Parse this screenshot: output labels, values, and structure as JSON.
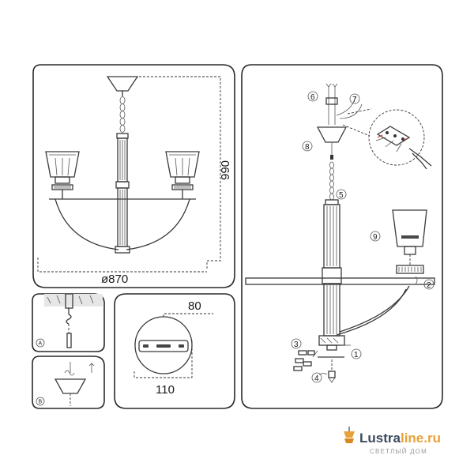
{
  "dimensions": {
    "height_label": "990",
    "diameter_label": "ø870",
    "plate_width_label": "80",
    "plate_height_label": "110"
  },
  "inset_labels": {
    "a": "A",
    "b": "B"
  },
  "callouts": {
    "c1": "1",
    "c2": "2",
    "c3": "3",
    "c4": "4",
    "c5": "5",
    "c6": "6",
    "c7": "7",
    "c8": "8",
    "c9": "9"
  },
  "brand": {
    "name_dark": "Lustra",
    "name_accent": "line.ru",
    "tagline": "СВЕТЛЫЙ ДОМ",
    "color_dark": "#3a4a5c",
    "color_accent": "#e8a23a"
  }
}
